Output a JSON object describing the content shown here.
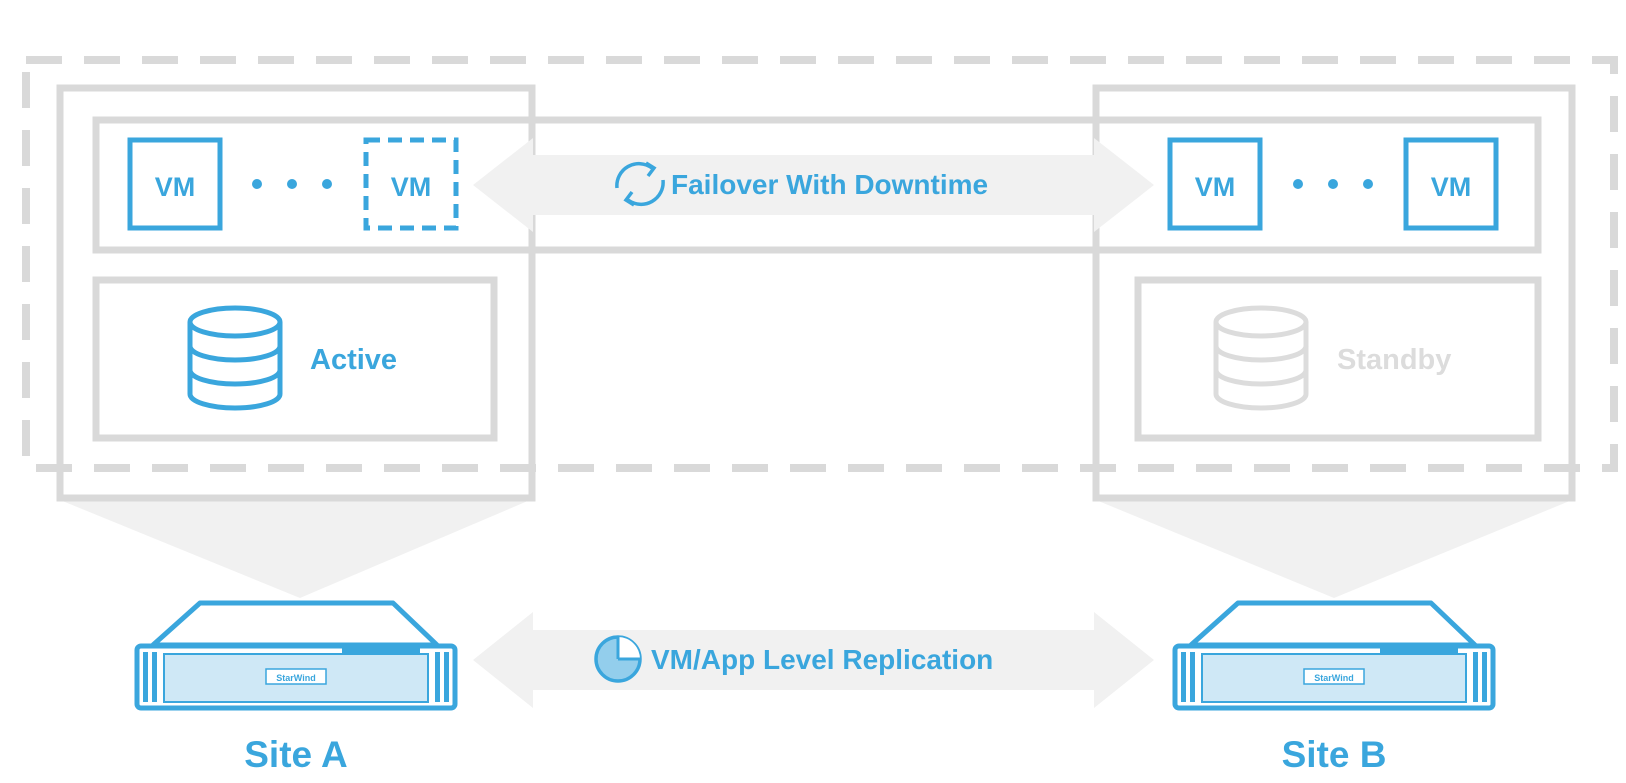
{
  "colors": {
    "accent": "#3aa6dd",
    "frame": "#d9d9d9",
    "arrow_fill": "#f1f1f1",
    "standby": "#dcdcdc",
    "white": "#ffffff"
  },
  "vm_label": "VM",
  "failover": {
    "label": "Failover With Downtime",
    "icon": "sync-arrows-icon"
  },
  "replication": {
    "label": "VM/App Level Replication",
    "icon": "pie-chart-icon"
  },
  "site_a": {
    "label": "Site A",
    "storage_state": "Active",
    "storage_icon": "database-icon"
  },
  "site_b": {
    "label": "Site B",
    "storage_state": "Standby",
    "storage_icon": "database-icon"
  },
  "server_brand": "StarWind"
}
